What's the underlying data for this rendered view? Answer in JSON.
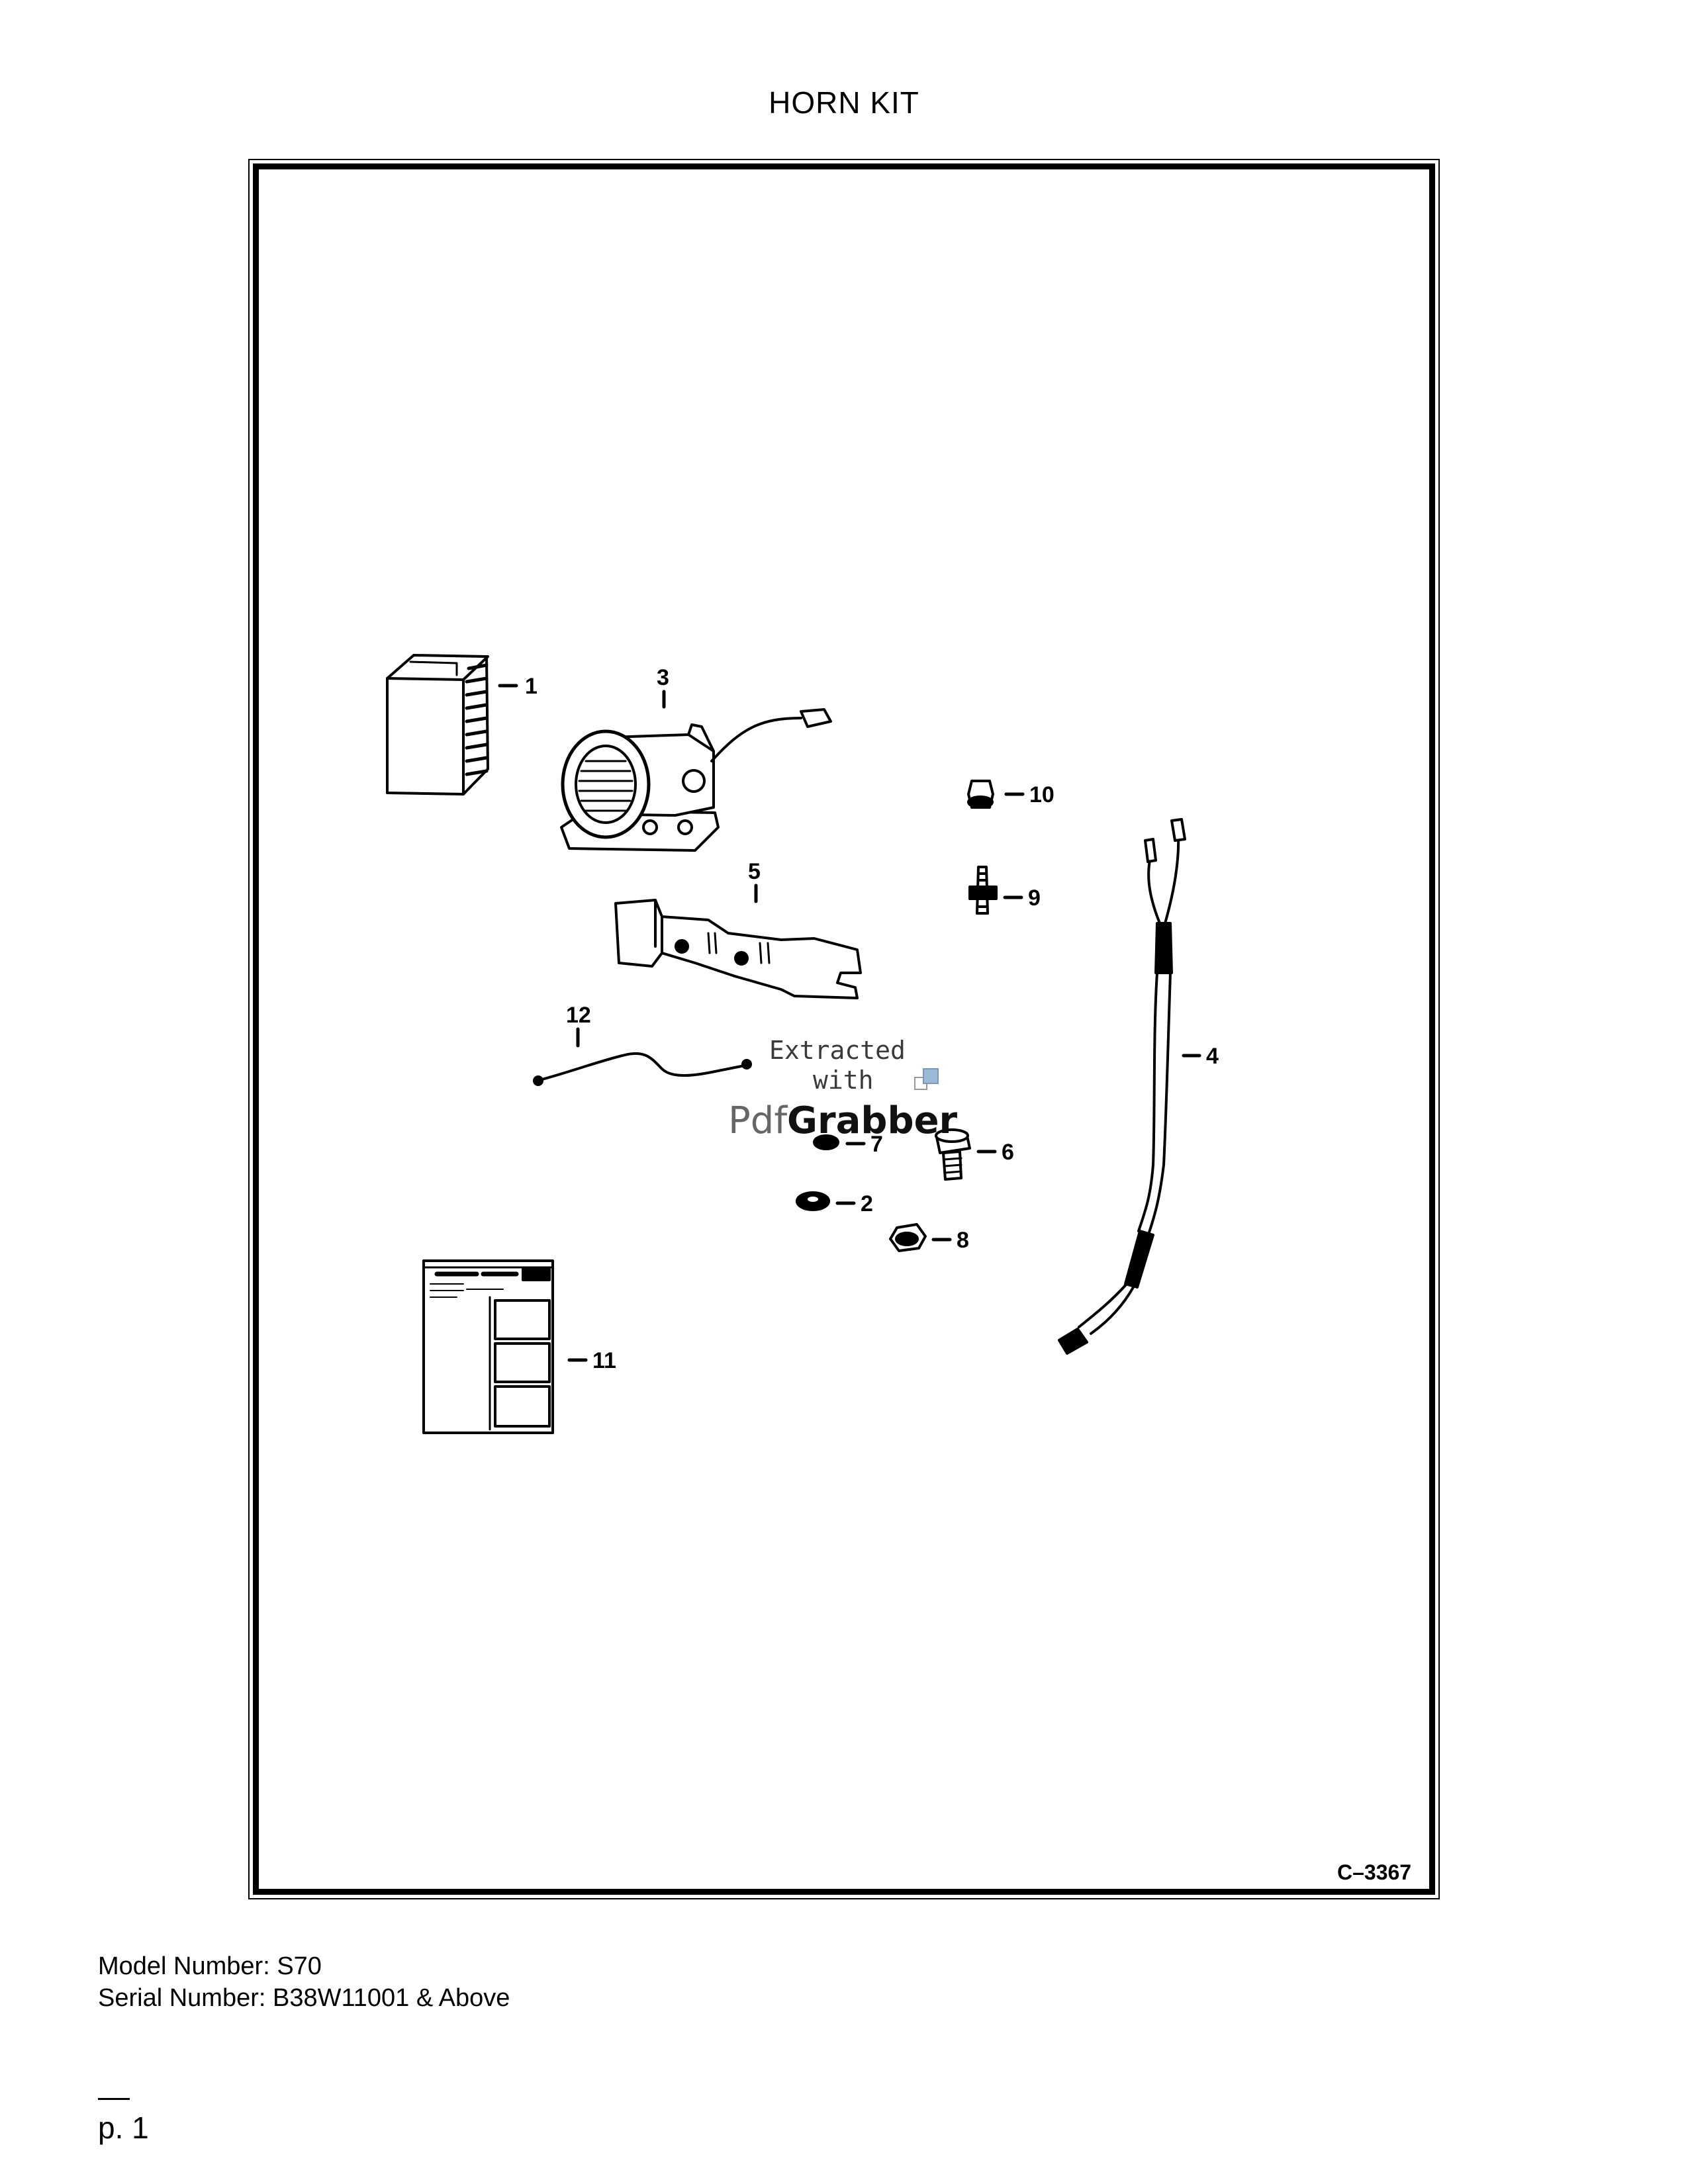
{
  "page": {
    "title": "HORN KIT",
    "drawing_id": "C–3367",
    "model_line": "Model Number: S70",
    "serial_line": "Serial Number: B38W11001 & Above",
    "page_label": "p. 1"
  },
  "watermark": {
    "line1": "Extracted",
    "line2": "with",
    "brand_light": "Pdf",
    "brand_bold": "Grabber"
  },
  "callouts": {
    "c1": "1",
    "c2": "2",
    "c3": "3",
    "c4": "4",
    "c5": "5",
    "c6": "6",
    "c7": "7",
    "c8": "8",
    "c9": "9",
    "c10": "10",
    "c11": "11",
    "c12": "12"
  }
}
